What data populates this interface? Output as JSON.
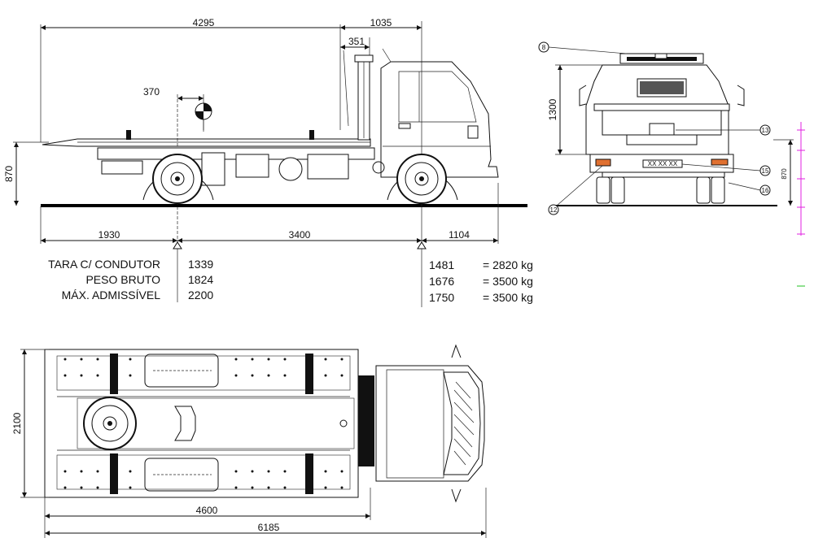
{
  "side_view": {
    "dim_overall_body": "4295",
    "dim_cab_overhang": "1035",
    "dim_cab_gap": "351",
    "dim_cog_offset": "370",
    "dim_height_platform": "870",
    "dim_rear_overhang": "1930",
    "dim_wheelbase": "3400",
    "dim_front_overhang": "1104"
  },
  "weights": {
    "rear_labels": [
      "TARA C/ CONDUTOR",
      "PESO BRUTO",
      "MÁX. ADMISSÍVEL"
    ],
    "rear_values": [
      "1339",
      "1824",
      "2200"
    ],
    "front_values": [
      "1481",
      "1676",
      "1750"
    ],
    "totals": [
      "= 2820 kg",
      "= 3500 kg",
      "= 3500 kg"
    ]
  },
  "rear_view": {
    "dim_height": "1300",
    "dim_platform": "870",
    "callouts": [
      "8",
      "13",
      "15",
      "16",
      "12"
    ],
    "plate_text": "XX XX XX"
  },
  "top_view": {
    "dim_width": "2100",
    "dim_body_length": "4600",
    "dim_overall_length": "6185"
  },
  "colors": {
    "accent_line": "#e020e0",
    "accent_tick": "#20c020",
    "lamp": "#e07030"
  }
}
